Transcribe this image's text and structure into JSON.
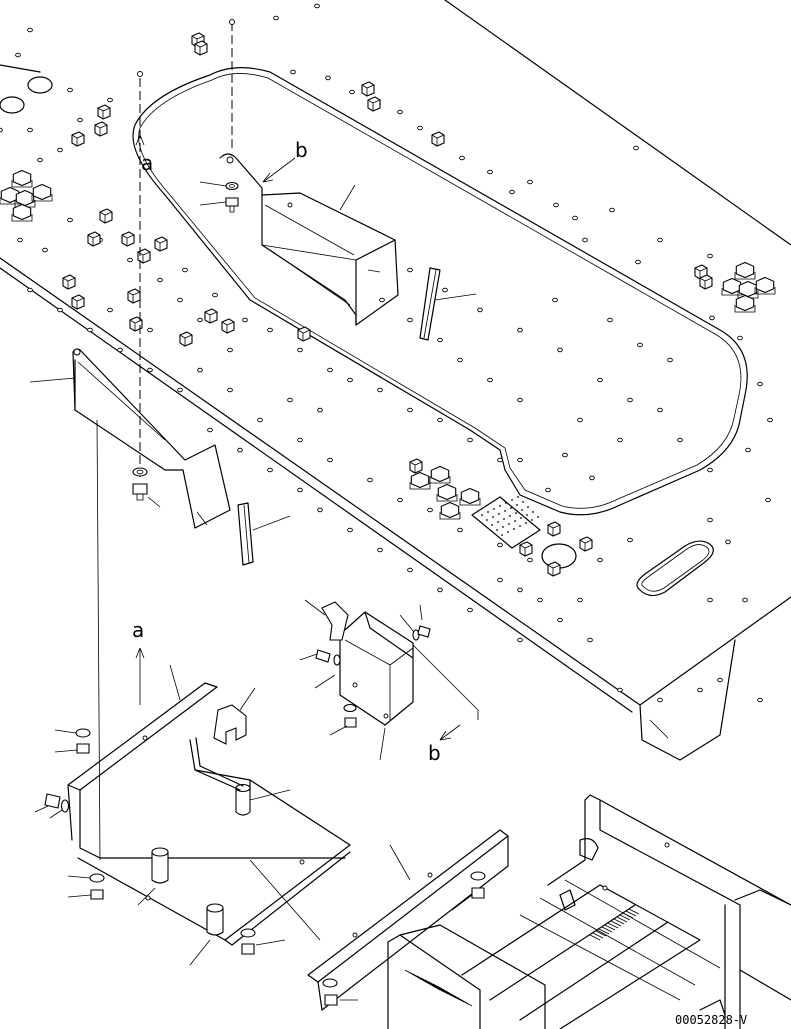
{
  "diagram": {
    "callouts": {
      "a_upper": "a",
      "b_upper": "b",
      "a_lower": "a",
      "b_lower": "b"
    },
    "drawing_number": "00052828-V"
  }
}
